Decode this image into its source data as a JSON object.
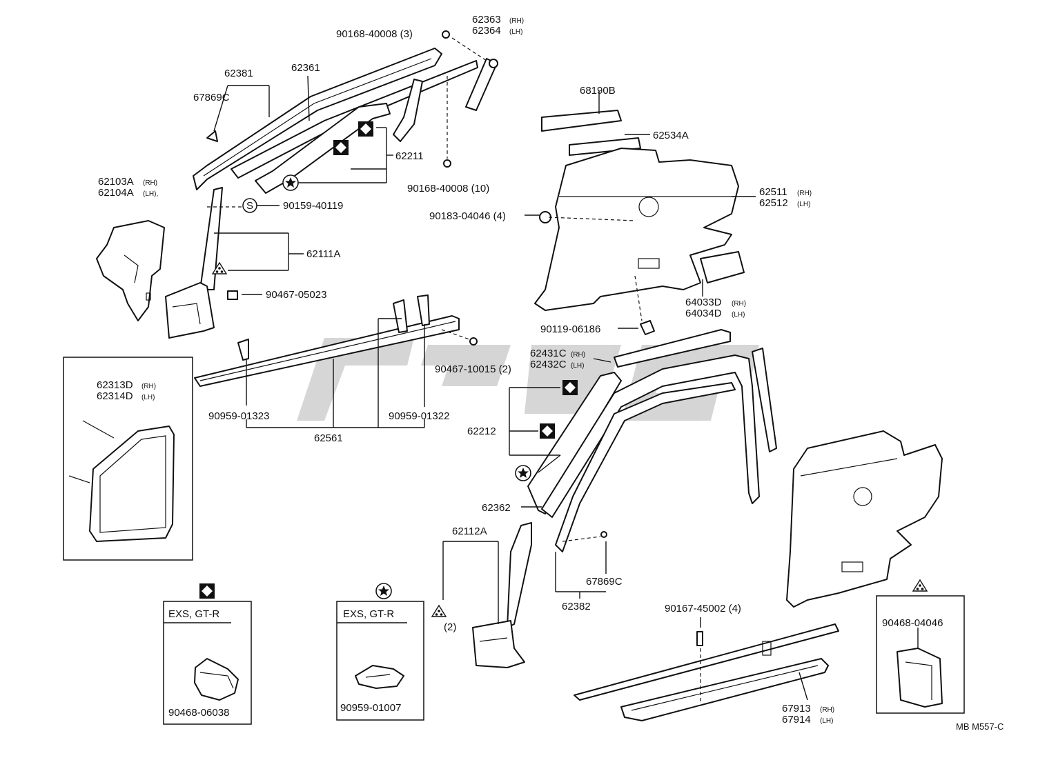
{
  "labels": {
    "p90168_40008_3": "90168-40008 (3)",
    "p62363": "62363",
    "p62364": "62364",
    "p62381": "62381",
    "p62361": "62361",
    "p67869c_top": "67869C",
    "p62211": "62211",
    "p90168_40008_10": "90168-40008 (10)",
    "p62103a": "62103A",
    "p62104a": "62104A",
    "p90159_40119": "90159-40119",
    "p62111a": "62111A",
    "p90467_05023": "90467-05023",
    "p68190b": "68190B",
    "p62534a": "62534A",
    "p62511": "62511",
    "p62512": "62512",
    "p90183_04046": "90183-04046 (4)",
    "p64033d": "64033D",
    "p64034d": "64034D",
    "p90119_06186": "90119-06186",
    "p62431c": "62431C",
    "p62432c": "62432C",
    "p90467_10015": "90467-10015 (2)",
    "p62313d": "62313D",
    "p62314d": "62314D",
    "p90959_01323": "90959-01323",
    "p90959_01322": "90959-01322",
    "p62561": "62561",
    "p62212": "62212",
    "p62362": "62362",
    "p62112a": "62112A",
    "p_qty2": "(2)",
    "p67869c_bottom": "67869C",
    "p62382": "62382",
    "p90167_45002": "90167-45002 (4)",
    "p67913": "67913",
    "p67914": "67914",
    "p90468_04046": "90468-04046",
    "p90468_06038": "90468-06038",
    "p90959_01007": "90959-01007",
    "exs_gtr_a": "EXS, GT-R",
    "exs_gtr_b": "EXS, GT-R",
    "s_symbol": "S",
    "rh": "(RH)",
    "lh": "(LH)",
    "lh_comma": "(LH),",
    "diagram_code": "MB M557-C"
  },
  "symbols": [
    "diamond-in-square",
    "star-in-circle",
    "triangle-dots",
    "circled-s"
  ],
  "colors": {
    "ink": "#111111",
    "paper": "#ffffff",
    "watermark": "#c8c8c8"
  }
}
